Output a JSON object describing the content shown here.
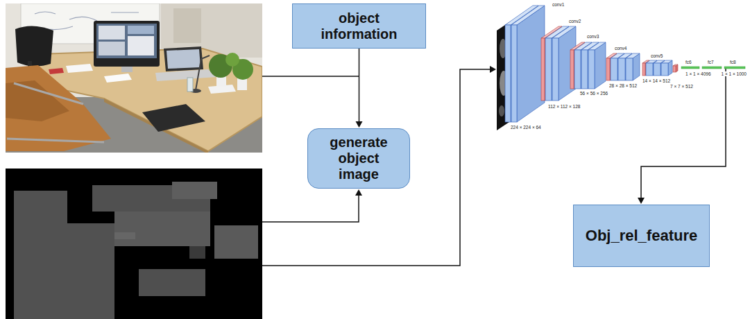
{
  "diagram": {
    "nodes": [
      {
        "text": [
          "object information"
        ]
      },
      {
        "text": [
          "generate object image"
        ]
      },
      {
        "text": [
          "Obj_rel_feature"
        ]
      }
    ],
    "edges": [
      {
        "from": 0,
        "to": 1,
        "arrow": "to"
      }
    ],
    "labels": [
      "conv1",
      "conv2",
      "conv3",
      "conv4",
      "conv5",
      "fc6",
      "fc7",
      "fc8",
      "224 × 224 × 64",
      "112 × 112 × 128",
      "56 × 56 × 256",
      "28 × 28 × 512",
      "14 × 14 × 512",
      "7 × 7 × 512",
      "1 × 1 × 4096",
      "1 × 1 × 1000"
    ]
  }
}
